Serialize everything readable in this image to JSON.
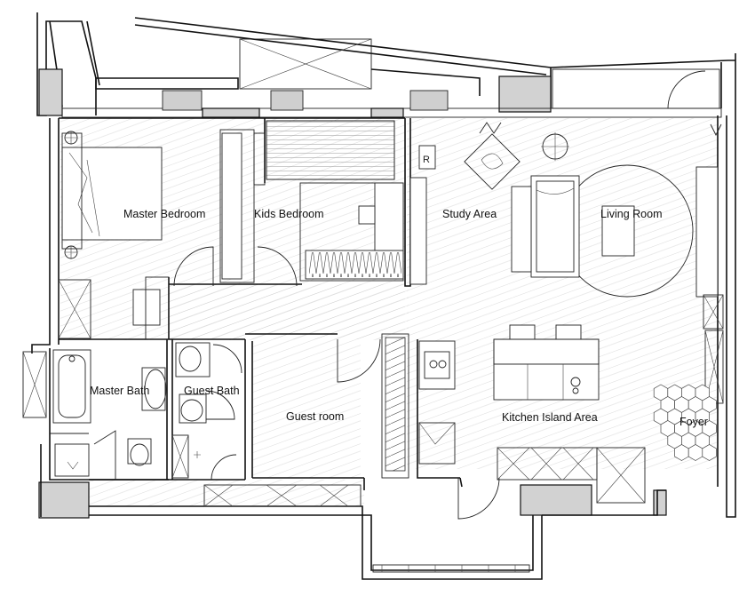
{
  "rooms": {
    "master_bedroom": "Master Bedroom",
    "kids_bedroom": "Kids Bedroom",
    "study_area": "Study Area",
    "living_room": "Living Room",
    "master_bath": "Master Bath",
    "guest_bath": "Guest Bath",
    "guest_room": "Guest room",
    "kitchen_island_area": "Kitchen Island Area",
    "foyer": "Foyer"
  },
  "colors": {
    "wall": "#111111",
    "pillar": "#d2d2d2",
    "floor_hatch": "#bcbcbc",
    "background": "#ffffff"
  }
}
